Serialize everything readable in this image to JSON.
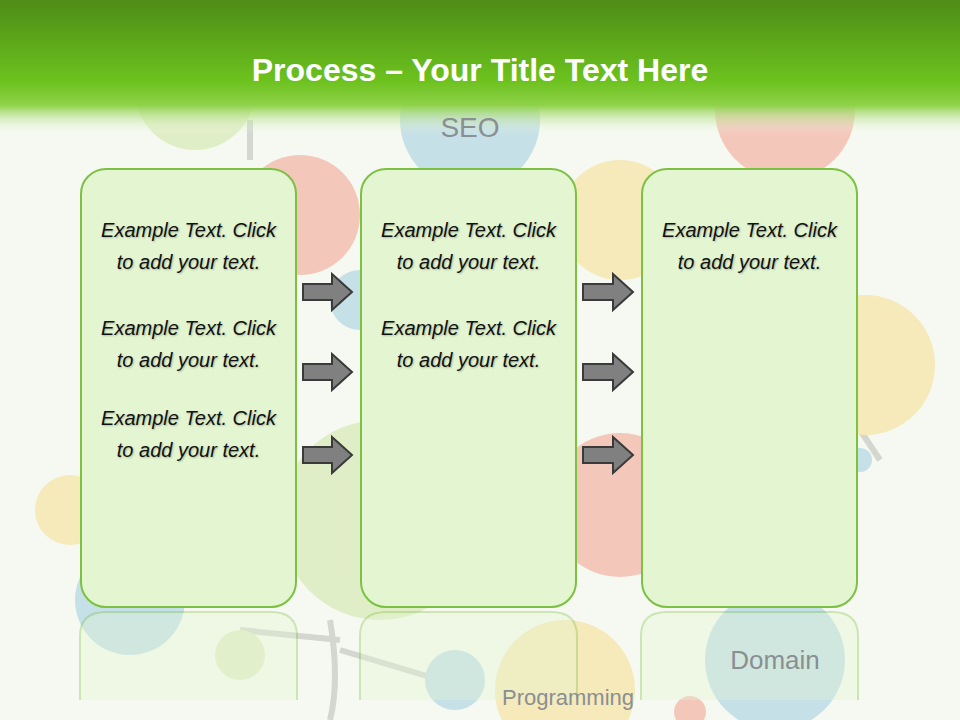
{
  "diagram": {
    "title": "Process – Your Title Text Here",
    "nodes": [
      {
        "text": [
          "Example Text. Click to add your text.",
          "Example Text. Click to add your text.",
          "Example Text. Click to add your text."
        ]
      },
      {
        "text": [
          "Example Text. Click to add your text.",
          "Example Text. Click to add your text."
        ]
      },
      {
        "text": [
          "Example Text. Click to add your text."
        ]
      }
    ],
    "edges": [
      {
        "from": 0,
        "to": 1,
        "arrow": "to"
      },
      {
        "from": 0,
        "to": 1,
        "arrow": "to"
      },
      {
        "from": 0,
        "to": 1,
        "arrow": "to"
      },
      {
        "from": 1,
        "to": 2,
        "arrow": "to"
      },
      {
        "from": 1,
        "to": 2,
        "arrow": "to"
      },
      {
        "from": 1,
        "to": 2,
        "arrow": "to"
      }
    ],
    "labels": [
      "SEO",
      "Domain",
      "Programming"
    ]
  }
}
